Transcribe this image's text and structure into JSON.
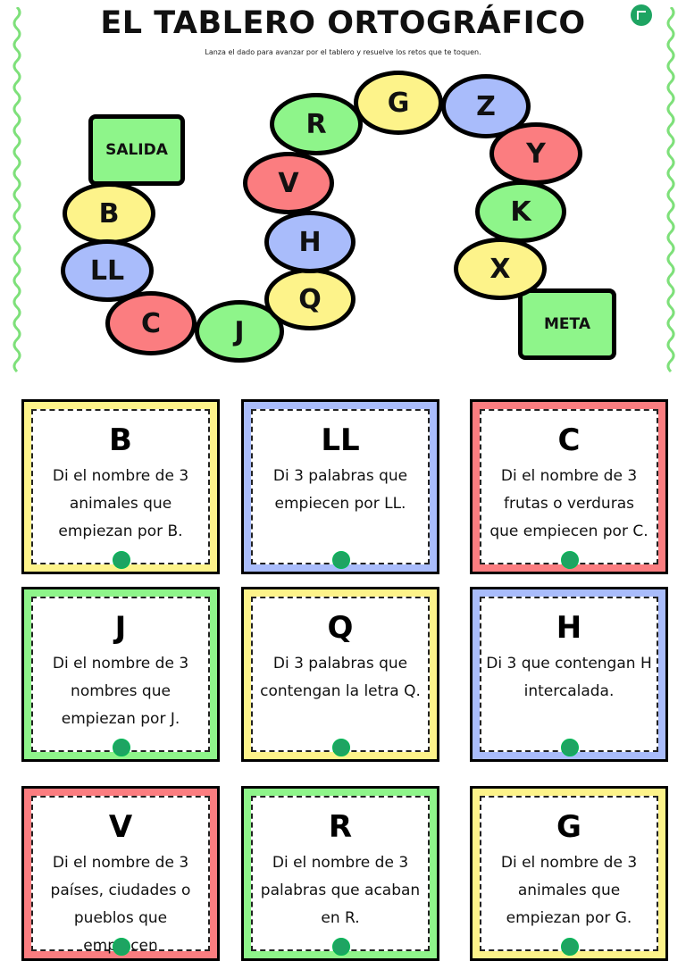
{
  "title": "EL TABLERO ORTOGRÁFICO",
  "subtitle": "Lanza el dado para avanzar por el tablero y resuelve los retos que te toquen.",
  "colors": {
    "yellow": "#fdf38a",
    "blue": "#a9bcfb",
    "red": "#fb7d80",
    "green": "#8ef58a",
    "logo": "#1ea462"
  },
  "board": {
    "start_label": "SALIDA",
    "goal_label": "META",
    "spaces": [
      {
        "letter": "B",
        "color": "yellow"
      },
      {
        "letter": "LL",
        "color": "blue"
      },
      {
        "letter": "C",
        "color": "red"
      },
      {
        "letter": "J",
        "color": "green"
      },
      {
        "letter": "Q",
        "color": "yellow"
      },
      {
        "letter": "H",
        "color": "blue"
      },
      {
        "letter": "V",
        "color": "red"
      },
      {
        "letter": "R",
        "color": "green"
      },
      {
        "letter": "G",
        "color": "yellow"
      },
      {
        "letter": "Z",
        "color": "blue"
      },
      {
        "letter": "Y",
        "color": "red"
      },
      {
        "letter": "K",
        "color": "green"
      },
      {
        "letter": "X",
        "color": "yellow"
      }
    ]
  },
  "cards": [
    {
      "letter": "B",
      "color": "yellow",
      "lines": [
        "Di el nombre de 3",
        "animales que",
        "empiezan por B."
      ]
    },
    {
      "letter": "LL",
      "color": "blue",
      "lines": [
        "Di 3 palabras que",
        "empiecen por LL."
      ]
    },
    {
      "letter": "C",
      "color": "red",
      "lines": [
        "Di el nombre de 3",
        "frutas o verduras",
        "que empiecen por C."
      ]
    },
    {
      "letter": "J",
      "color": "green",
      "lines": [
        "Di el nombre de 3",
        "nombres que",
        "empiezan por J."
      ]
    },
    {
      "letter": "Q",
      "color": "yellow",
      "lines": [
        "Di 3 palabras que",
        "contengan la letra Q."
      ]
    },
    {
      "letter": "H",
      "color": "blue",
      "lines": [
        "Di 3 que contengan H",
        "intercalada."
      ]
    },
    {
      "letter": "V",
      "color": "red",
      "lines": [
        "Di el nombre de 3",
        "países, ciudades o",
        "pueblos que empiecen"
      ]
    },
    {
      "letter": "R",
      "color": "green",
      "lines": [
        "Di el nombre de 3",
        "palabras que acaban",
        "en R."
      ]
    },
    {
      "letter": "G",
      "color": "yellow",
      "lines": [
        "Di el nombre de 3",
        "animales que",
        "empiezan por G."
      ]
    }
  ]
}
